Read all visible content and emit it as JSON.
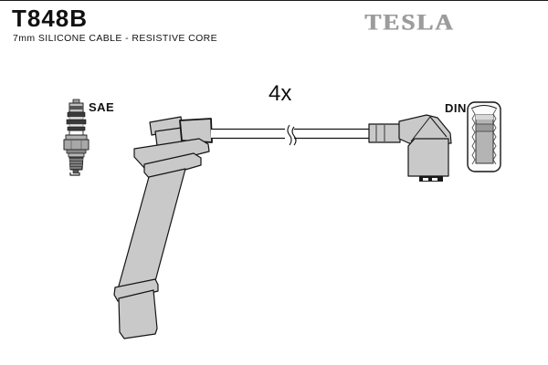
{
  "header": {
    "part_number": "T848B",
    "subtitle": "7mm SILICONE CABLE - RESISTIVE CORE",
    "brand_logo": "TESLA"
  },
  "diagram": {
    "quantity_label": "4x",
    "plug_label": "SAE",
    "connector_label": "DIN"
  },
  "colors": {
    "background": "#ffffff",
    "brand_gray": "#9c9c9c",
    "part_fill": "#c9c9c9",
    "outline": "#141414"
  }
}
